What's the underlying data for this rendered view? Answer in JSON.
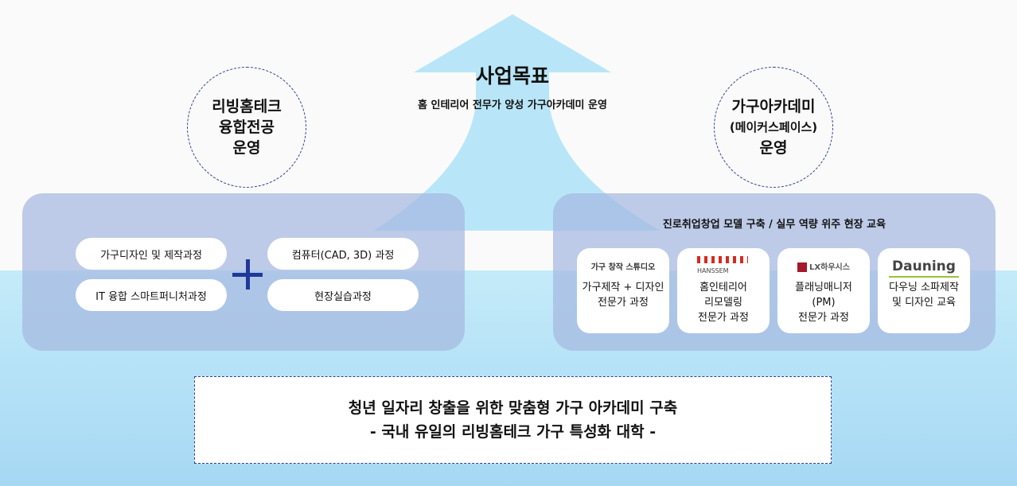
{
  "goal": {
    "title": "사업목표",
    "subtitle": "홈 인테리어 전무가 양성 가구아카데미 운영"
  },
  "left_circle": {
    "lines": [
      "리빙홈테크",
      "융합전공",
      "운영"
    ]
  },
  "right_circle": {
    "lines": [
      "가구아카데미",
      "(메이커스페이스)",
      "운영"
    ]
  },
  "left_panel": {
    "courses": [
      "가구디자인 및 제작과정",
      "IT 융합 스마트퍼니처과정",
      "컴퓨터(CAD, 3D) 과정",
      "현장실습과정"
    ]
  },
  "right_panel": {
    "heading": "진로취업창업 모델 구축 / 실무 역량 위주 현장 교육",
    "cards": [
      {
        "logo": "가구 창작 스튜디오",
        "lines": [
          "가구제작 + 디자인",
          "전문가 과정"
        ]
      },
      {
        "logo": "HANSSEM",
        "lines": [
          "홈인테리어",
          "리모델링",
          "전문가 과정"
        ]
      },
      {
        "logo": "LX하우시스",
        "lines": [
          "플래닝매니저",
          "(PM)",
          "전문가 과정"
        ]
      },
      {
        "logo": "Dauning",
        "lines": [
          "다우닝 소파제작",
          "및 디자인 교육"
        ]
      }
    ]
  },
  "bottom": {
    "line1": "청년 일자리 창출을 위한 맞춤형 가구 아카데미 구축",
    "line2": "- 국내 유일의 리빙홈테크 가구 특성화 대학 -"
  },
  "colors": {
    "accent": "#21399a",
    "arrow": "#b8e6f8",
    "panel": "#a5b8e0"
  }
}
